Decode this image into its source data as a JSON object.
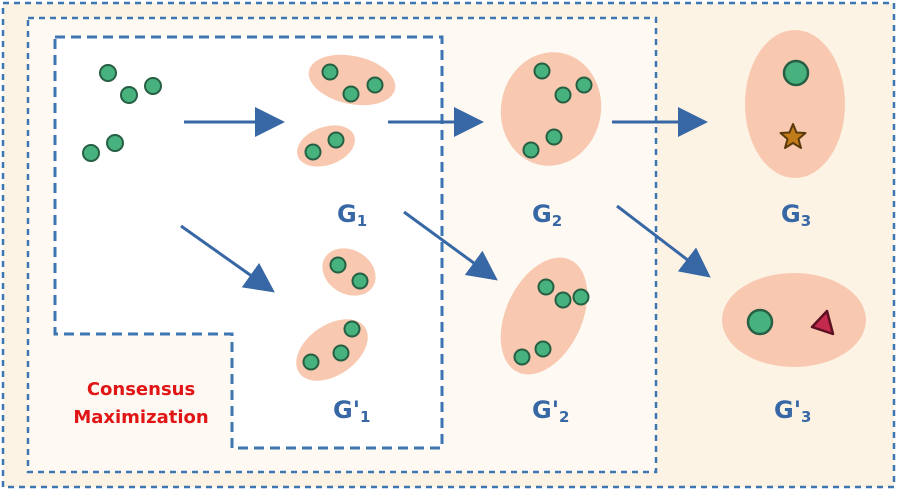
{
  "colors": {
    "outer_panel_fill": "#fdf3e5",
    "inner_panel_fill": "#fefaf3",
    "dashed_border": "#3d76b1",
    "blob_fill": "#f8c9b0",
    "node_fill": "#48b27e",
    "node_stroke": "#265f43",
    "arrow": "#3767a4",
    "label_text": "#3767a4",
    "consensus_text": "#e01515",
    "star_fill": "#c07b1a",
    "star_stroke": "#5a3a0c",
    "triangle_fill": "#c42a4e",
    "triangle_stroke": "#5d1022"
  },
  "labels": {
    "g1": {
      "main": "G",
      "sub": "1"
    },
    "g2": {
      "main": "G",
      "sub": "2"
    },
    "g3": {
      "main": "G",
      "sub": "3"
    },
    "g1_prime": {
      "main": "G'",
      "sub": "1"
    },
    "g2_prime": {
      "main": "G'",
      "sub": "2"
    },
    "g3_prime": {
      "main": "G'",
      "sub": "3"
    }
  },
  "consensus": {
    "line1": "Consensus",
    "line2": "Maximization"
  },
  "icons": {
    "star": "star-icon",
    "triangle": "triangle-icon"
  }
}
